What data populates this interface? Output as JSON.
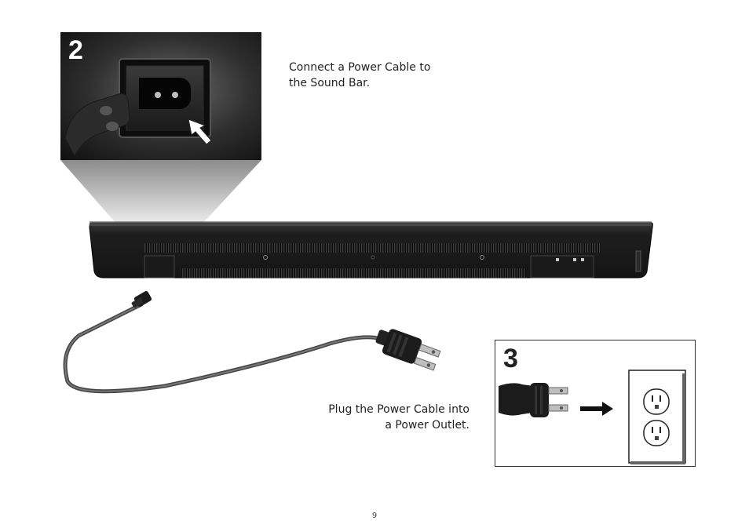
{
  "step2": {
    "number": "2",
    "caption_line1": "Connect a Power Cable to",
    "caption_line2": "the Sound Bar."
  },
  "step3": {
    "number": "3",
    "caption_line1": "Plug the Power Cable into",
    "caption_line2": "a Power Outlet."
  },
  "page_number": "9"
}
